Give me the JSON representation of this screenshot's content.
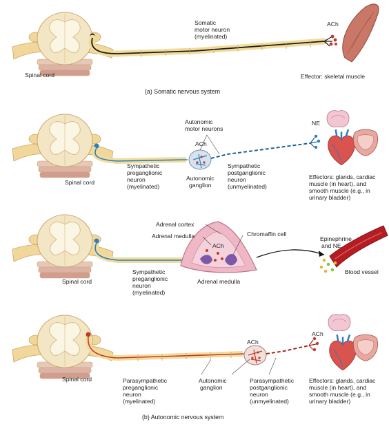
{
  "colors": {
    "background": "#ffffff",
    "cord_outer": "#f3e6c4",
    "cord_outline": "#caa56a",
    "gray_matter": "#fbf5e4",
    "nerve_root": "#f1d79a",
    "somatic_axon": "#1b1b1b",
    "sympathetic_axon": "#2a7fbf",
    "parasympathetic_axon": "#c0392b",
    "myelin": "#f2dc9c",
    "muscle": "#c97766",
    "blood_vessel": "#b51d22",
    "adrenal": "#e9a7b6"
  },
  "panel_a": {
    "cord_label": "Spinal cord",
    "neuron_label": [
      "Somatic",
      "motor neuron",
      "(myelinated)"
    ],
    "transmitter": "ACh",
    "effector": "Effector: skeletal muscle",
    "caption": "(a) Somatic nervous system"
  },
  "panel_b1": {
    "cord_label": "Spinal cord",
    "group_label": [
      "Autonomic",
      "motor neurons"
    ],
    "ganglion_transmitter": "ACh",
    "pre_label": [
      "Sympathetic",
      "preganglionic",
      "neuron",
      "(myelinated)"
    ],
    "ganglion_label": [
      "Autonomic",
      "ganglion"
    ],
    "post_label": [
      "Sympathetic",
      "postganglionic",
      "neuron",
      "(unmyelinated)"
    ],
    "end_transmitter": "NE",
    "effector": [
      "Effectors: glands, cardiac",
      "muscle (in heart), and",
      "smooth muscle (e.g., in",
      "urinary bladder)"
    ]
  },
  "panel_b2": {
    "cord_label": "Spinal cord",
    "cortex_label": "Adrenal cortex",
    "medulla_label": "Adrenal medulla",
    "chromaffin_label": "Chromaffin cell",
    "transmitter": "ACh",
    "pre_label": [
      "Sympathetic",
      "preganglionic",
      "neuron",
      "(myelinated)"
    ],
    "gland_label": "Adrenal medulla",
    "hormones_label": [
      "Epinephrine",
      "and NE"
    ],
    "vessel_label": "Blood vessel"
  },
  "panel_b3": {
    "cord_label": "Spinal cord",
    "ganglion_transmitter": "ACh",
    "end_transmitter": "ACh",
    "pre_label": [
      "Parasympathetic",
      "preganglionic",
      "neuron",
      "(myelinated)"
    ],
    "ganglion_label": [
      "Autonomic",
      "ganglion"
    ],
    "post_label": [
      "Parasympathetic",
      "postganglionic",
      "neuron",
      "(unmyelinated)"
    ],
    "effector": [
      "Effectors: glands, cardiac",
      "muscle (in heart), and",
      "smooth muscle (e.g., in",
      "urinary bladder)"
    ],
    "caption": "(b) Autonomic nervous system"
  }
}
